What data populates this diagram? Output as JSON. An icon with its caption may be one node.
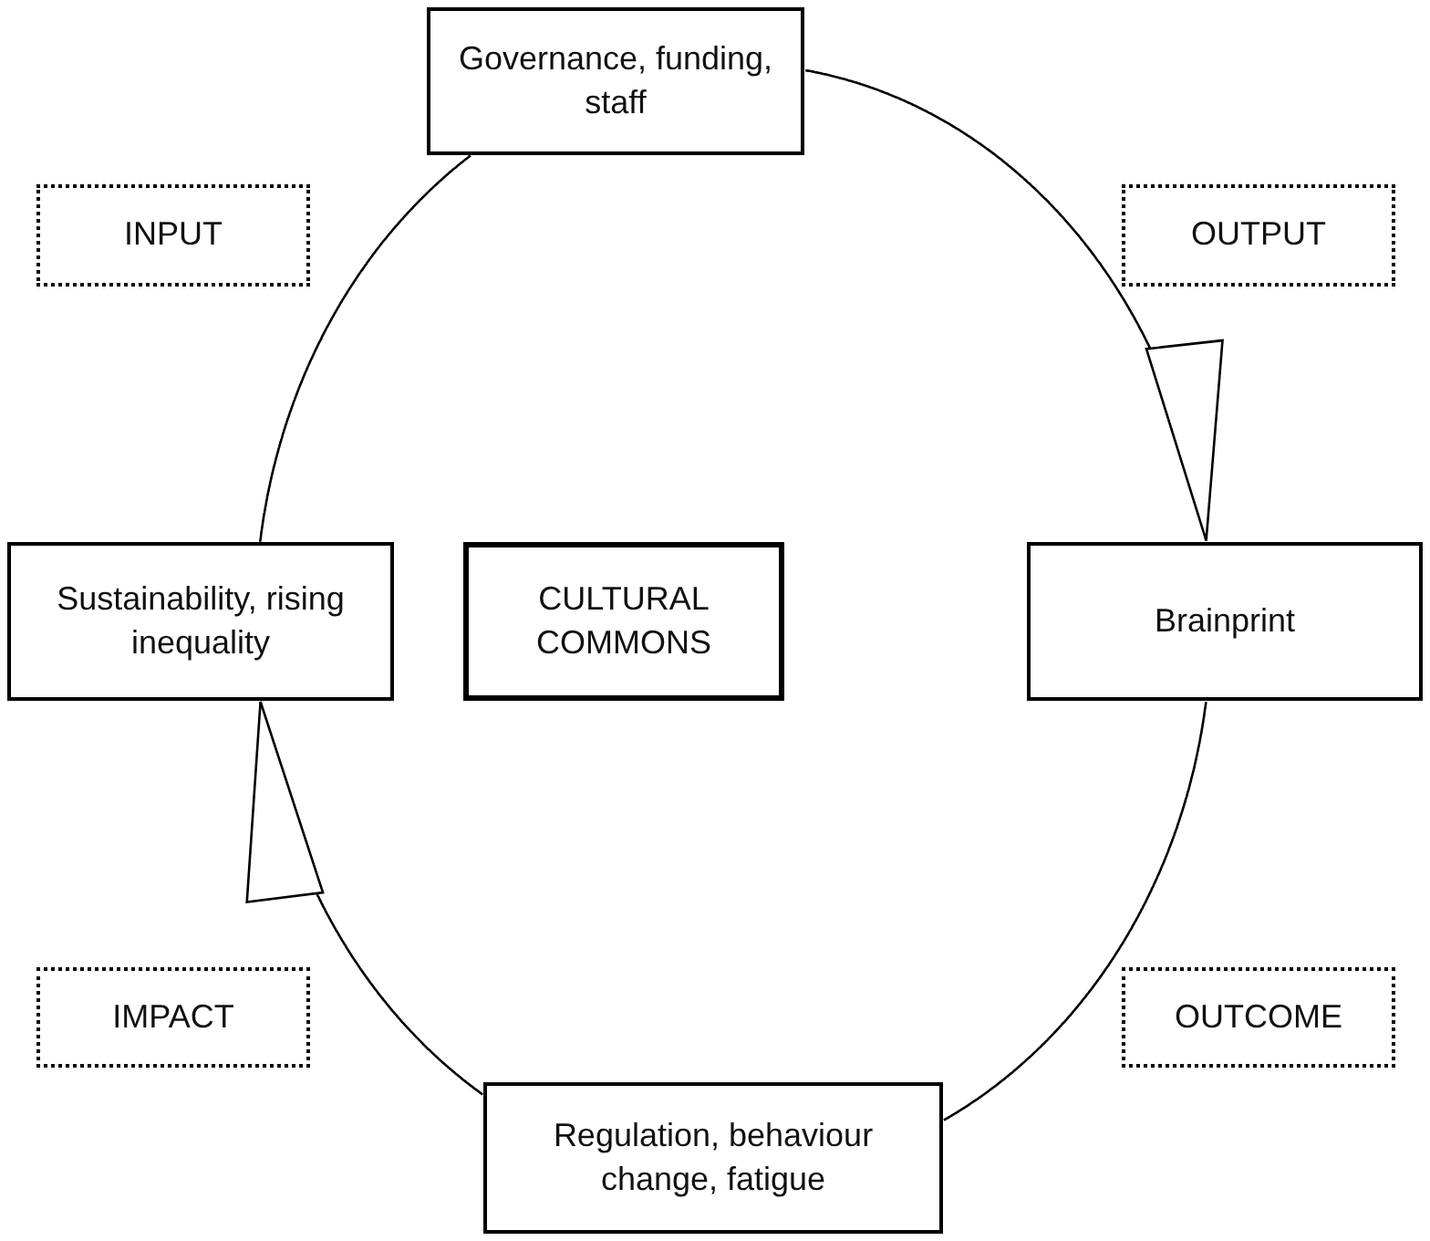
{
  "diagram": {
    "nodes": [
      {
        "text": [
          "Governance, funding, staff"
        ]
      },
      {
        "text": [
          "INPUT"
        ]
      },
      {
        "text": [
          "OUTPUT"
        ]
      },
      {
        "text": [
          "Sustainability, rising inequality"
        ]
      },
      {
        "text": [
          "CULTURAL COMMONS"
        ]
      },
      {
        "text": [
          "Brainprint"
        ]
      },
      {
        "text": [
          "IMPACT"
        ]
      },
      {
        "text": [
          "OUTCOME"
        ]
      },
      {
        "text": [
          "Regulation, behaviour change, fatigue"
        ]
      }
    ],
    "edges": [
      {
        "from": 0,
        "to": 5,
        "arrow": "to"
      },
      {
        "from": 5,
        "to": 8,
        "arrow": "none"
      },
      {
        "from": 8,
        "to": 3,
        "arrow": "to"
      },
      {
        "from": 3,
        "to": 0,
        "arrow": "none"
      }
    ]
  }
}
